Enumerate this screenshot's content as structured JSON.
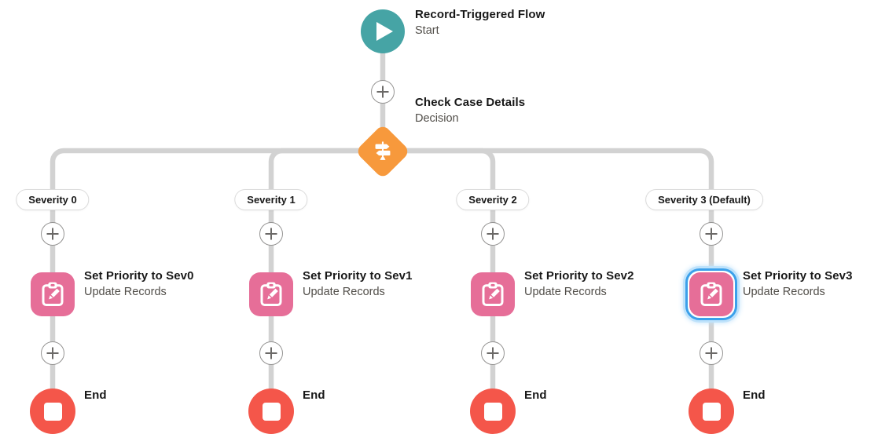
{
  "flow": {
    "start": {
      "title": "Record-Triggered Flow",
      "subtitle": "Start"
    },
    "decision": {
      "title": "Check Case Details",
      "subtitle": "Decision"
    },
    "branches": [
      {
        "label": "Severity 0",
        "node": {
          "title": "Set Priority to Sev0",
          "subtitle": "Update Records",
          "selected": false
        },
        "end_label": "End"
      },
      {
        "label": "Severity 1",
        "node": {
          "title": "Set Priority to Sev1",
          "subtitle": "Update Records",
          "selected": false
        },
        "end_label": "End"
      },
      {
        "label": "Severity 2",
        "node": {
          "title": "Set Priority to Sev2",
          "subtitle": "Update Records",
          "selected": false
        },
        "end_label": "End"
      },
      {
        "label": "Severity 3 (Default)",
        "node": {
          "title": "Set Priority to Sev3",
          "subtitle": "Update Records",
          "selected": true
        },
        "end_label": "End"
      }
    ],
    "icons": {
      "start": "play-icon",
      "decision": "signpost-icon",
      "update": "clipboard-pencil-icon",
      "end": "stop-square-icon",
      "add": "plus-icon"
    },
    "colors": {
      "start_teal": "#46A4A5",
      "decision_orange": "#F7993C",
      "update_pink": "#E66E98",
      "end_red": "#F4564A",
      "selection_blue": "#3BA0EA",
      "selection_halo": "#BEE2FB",
      "connector_gray": "#D2D2D2"
    }
  }
}
